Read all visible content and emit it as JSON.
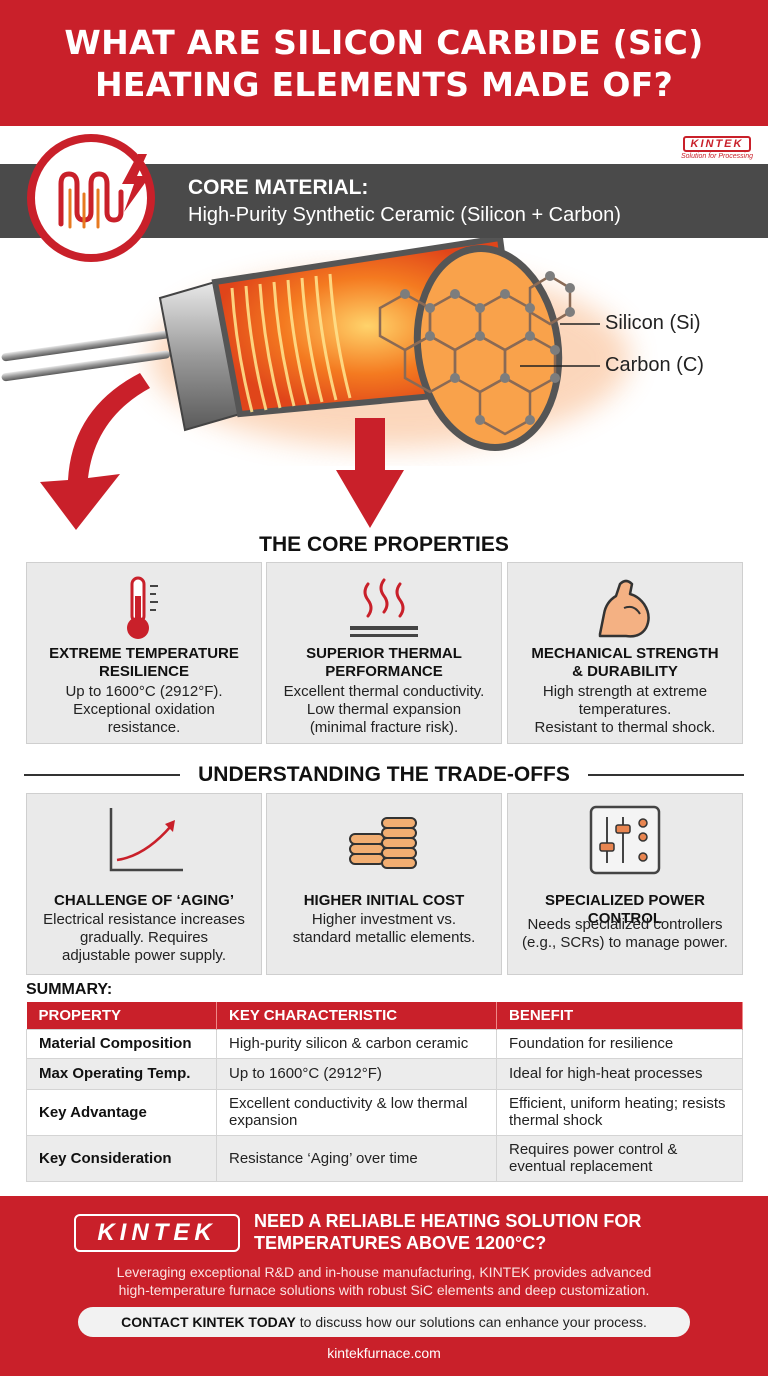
{
  "header": {
    "title_line1": "WHAT ARE SILICON CARBIDE (SiC)",
    "title_line2": "HEATING ELEMENTS MADE OF?"
  },
  "brand": {
    "corner_logo": "KINTEK",
    "corner_tagline": "Solution for Processing"
  },
  "core": {
    "label": "CORE MATERIAL:",
    "value": "High-Purity Synthetic Ceramic (Silicon + Carbon)",
    "icon": "heating-element-lightning-icon"
  },
  "hero": {
    "annotation_silicon": "Silicon (Si)",
    "annotation_carbon": "Carbon (C)"
  },
  "properties": {
    "heading": "THE CORE PROPERTIES",
    "cards": [
      {
        "icon": "thermometer-icon",
        "title1": "EXTREME TEMPERATURE",
        "title2": "RESILIENCE",
        "desc": [
          "Up to 1600°C (2912°F).",
          "Exceptional oxidation",
          "resistance."
        ]
      },
      {
        "icon": "heat-waves-icon",
        "title1": "SUPERIOR THERMAL",
        "title2": "PERFORMANCE",
        "desc": [
          "Excellent thermal conductivity.",
          "Low thermal expansion",
          "(minimal fracture risk)."
        ]
      },
      {
        "icon": "flexed-arm-icon",
        "title1": "MECHANICAL STRENGTH",
        "title2": "& DURABILITY",
        "desc": [
          "High strength at extreme",
          "temperatures.",
          "Resistant to thermal shock."
        ]
      }
    ]
  },
  "tradeoffs": {
    "heading": "UNDERSTANDING THE TRADE-OFFS",
    "cards": [
      {
        "icon": "rising-curve-chart-icon",
        "title": "CHALLENGE OF ‘AGING’",
        "desc": [
          "Electrical resistance increases",
          "gradually. Requires",
          "adjustable power supply."
        ]
      },
      {
        "icon": "coin-stacks-icon",
        "title": "HIGHER INITIAL COST",
        "desc": [
          "Higher investment vs.",
          "standard metallic elements."
        ]
      },
      {
        "icon": "control-panel-icon",
        "title": "SPECIALIZED POWER CONTROL",
        "desc": [
          "Needs specialized controllers",
          "(e.g., SCRs) to manage power."
        ]
      }
    ]
  },
  "summary": {
    "label": "SUMMARY:",
    "headers": [
      "PROPERTY",
      "KEY CHARACTERISTIC",
      "BENEFIT"
    ],
    "rows": [
      [
        "Material Composition",
        "High-purity silicon & carbon ceramic",
        "Foundation for resilience"
      ],
      [
        "Max Operating Temp.",
        "Up to 1600°C (2912°F)",
        "Ideal for high-heat processes"
      ],
      [
        "Key Advantage",
        "Excellent conductivity & low thermal expansion",
        "Efficient, uniform heating; resists thermal shock"
      ],
      [
        "Key Consideration",
        "Resistance ‘Aging’ over time",
        "Requires power control & eventual replacement"
      ]
    ]
  },
  "footer": {
    "logo": "KINTEK",
    "headline1": "NEED A RELIABLE HEATING SOLUTION FOR",
    "headline2": "TEMPERATURES ABOVE 1200°C?",
    "body1": "Leveraging exceptional R&D and in-house manufacturing, KINTEK provides advanced",
    "body2": "high-temperature furnace solutions with robust SiC elements and deep customization.",
    "cta_bold": "CONTACT KINTEK TODAY",
    "cta_rest": " to discuss how our solutions can enhance your process.",
    "website": "kintekfurnace.com"
  },
  "colors": {
    "brand_red": "#c9202a",
    "dark_bar": "#4a4a4a",
    "card_bg": "#eaeaea",
    "glow_orange": "#f47a20"
  }
}
